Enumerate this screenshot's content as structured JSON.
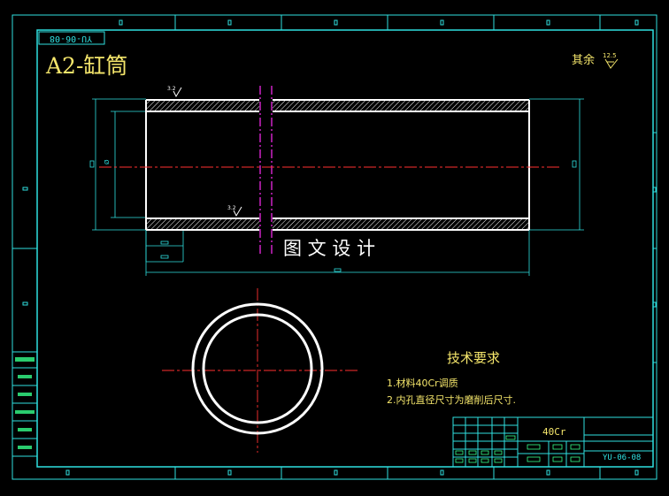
{
  "drawing": {
    "code_top_rotated": "YU-06-08",
    "part_title": "A2-缸筒",
    "surface_finish_rest": "其余",
    "surface_finish_value": "12.5",
    "section_finish_value_1": "3.2",
    "section_finish_value_2": "3.2",
    "bore_dim_label": "Ø",
    "watermark": "图 文 设 计",
    "tech_requirements_title": "技术要求",
    "tech_requirements": [
      "1.材料40Cr调质",
      "2.内孔直径尺寸为磨削后尺寸."
    ],
    "title_block_material": "40Cr",
    "title_block_code": "YU-06-08"
  },
  "colors": {
    "border": "#2fe0e0",
    "outline": "#ffffff",
    "centerline": "#ff3030",
    "hatch": "#ffffff",
    "cutting_plane": "#ff2bf5",
    "text_yellow": "#f5e66b",
    "text_green": "#35ff8a"
  }
}
